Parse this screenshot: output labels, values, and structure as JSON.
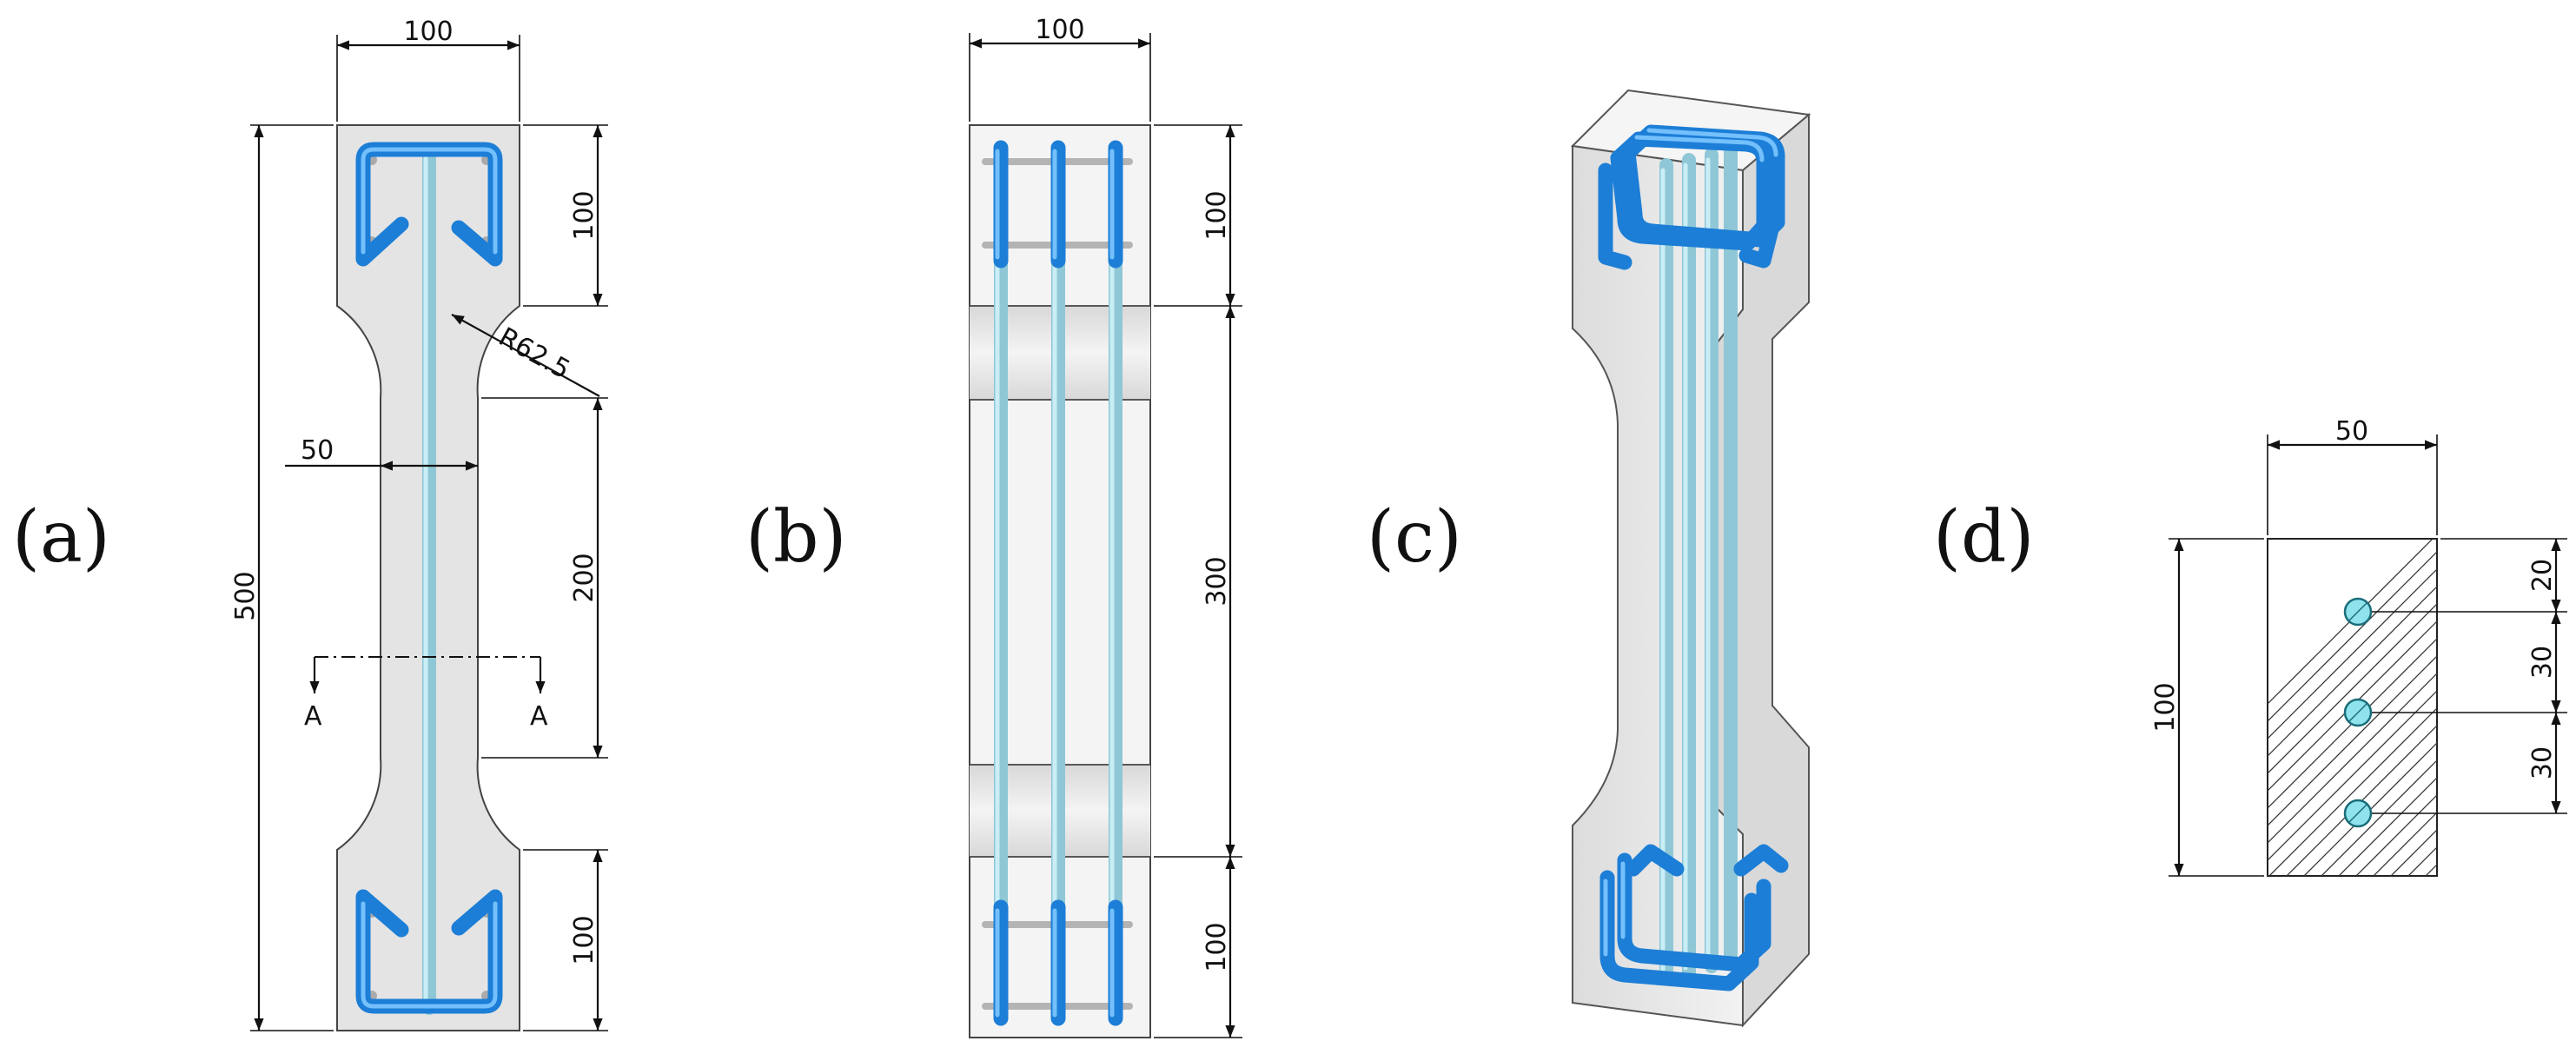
{
  "panels": {
    "a": {
      "letter": "(a)",
      "dims": {
        "top_width": "100",
        "total_height": "500",
        "grip_top": "100",
        "fillet_radius": "R62.5",
        "neck_width": "50",
        "gauge_length": "200",
        "grip_bottom": "100",
        "section_mark_left": "A",
        "section_mark_right": "A"
      }
    },
    "b": {
      "letter": "(b)",
      "dims": {
        "top_width": "100",
        "segment_top": "100",
        "segment_middle": "300",
        "segment_bottom": "100"
      }
    },
    "c": {
      "letter": "(c)"
    },
    "d": {
      "letter": "(d)",
      "dims": {
        "section_width": "50",
        "section_height": "100",
        "cover_top": "20",
        "bar_spacing_1": "30",
        "bar_spacing_2": "30"
      }
    }
  },
  "colors": {
    "stirrup": "#1c7ed6",
    "longitudinal_bar": "#8fc7d6",
    "concrete": "#e4e4e4",
    "section_bar": "#8ee3ec"
  }
}
